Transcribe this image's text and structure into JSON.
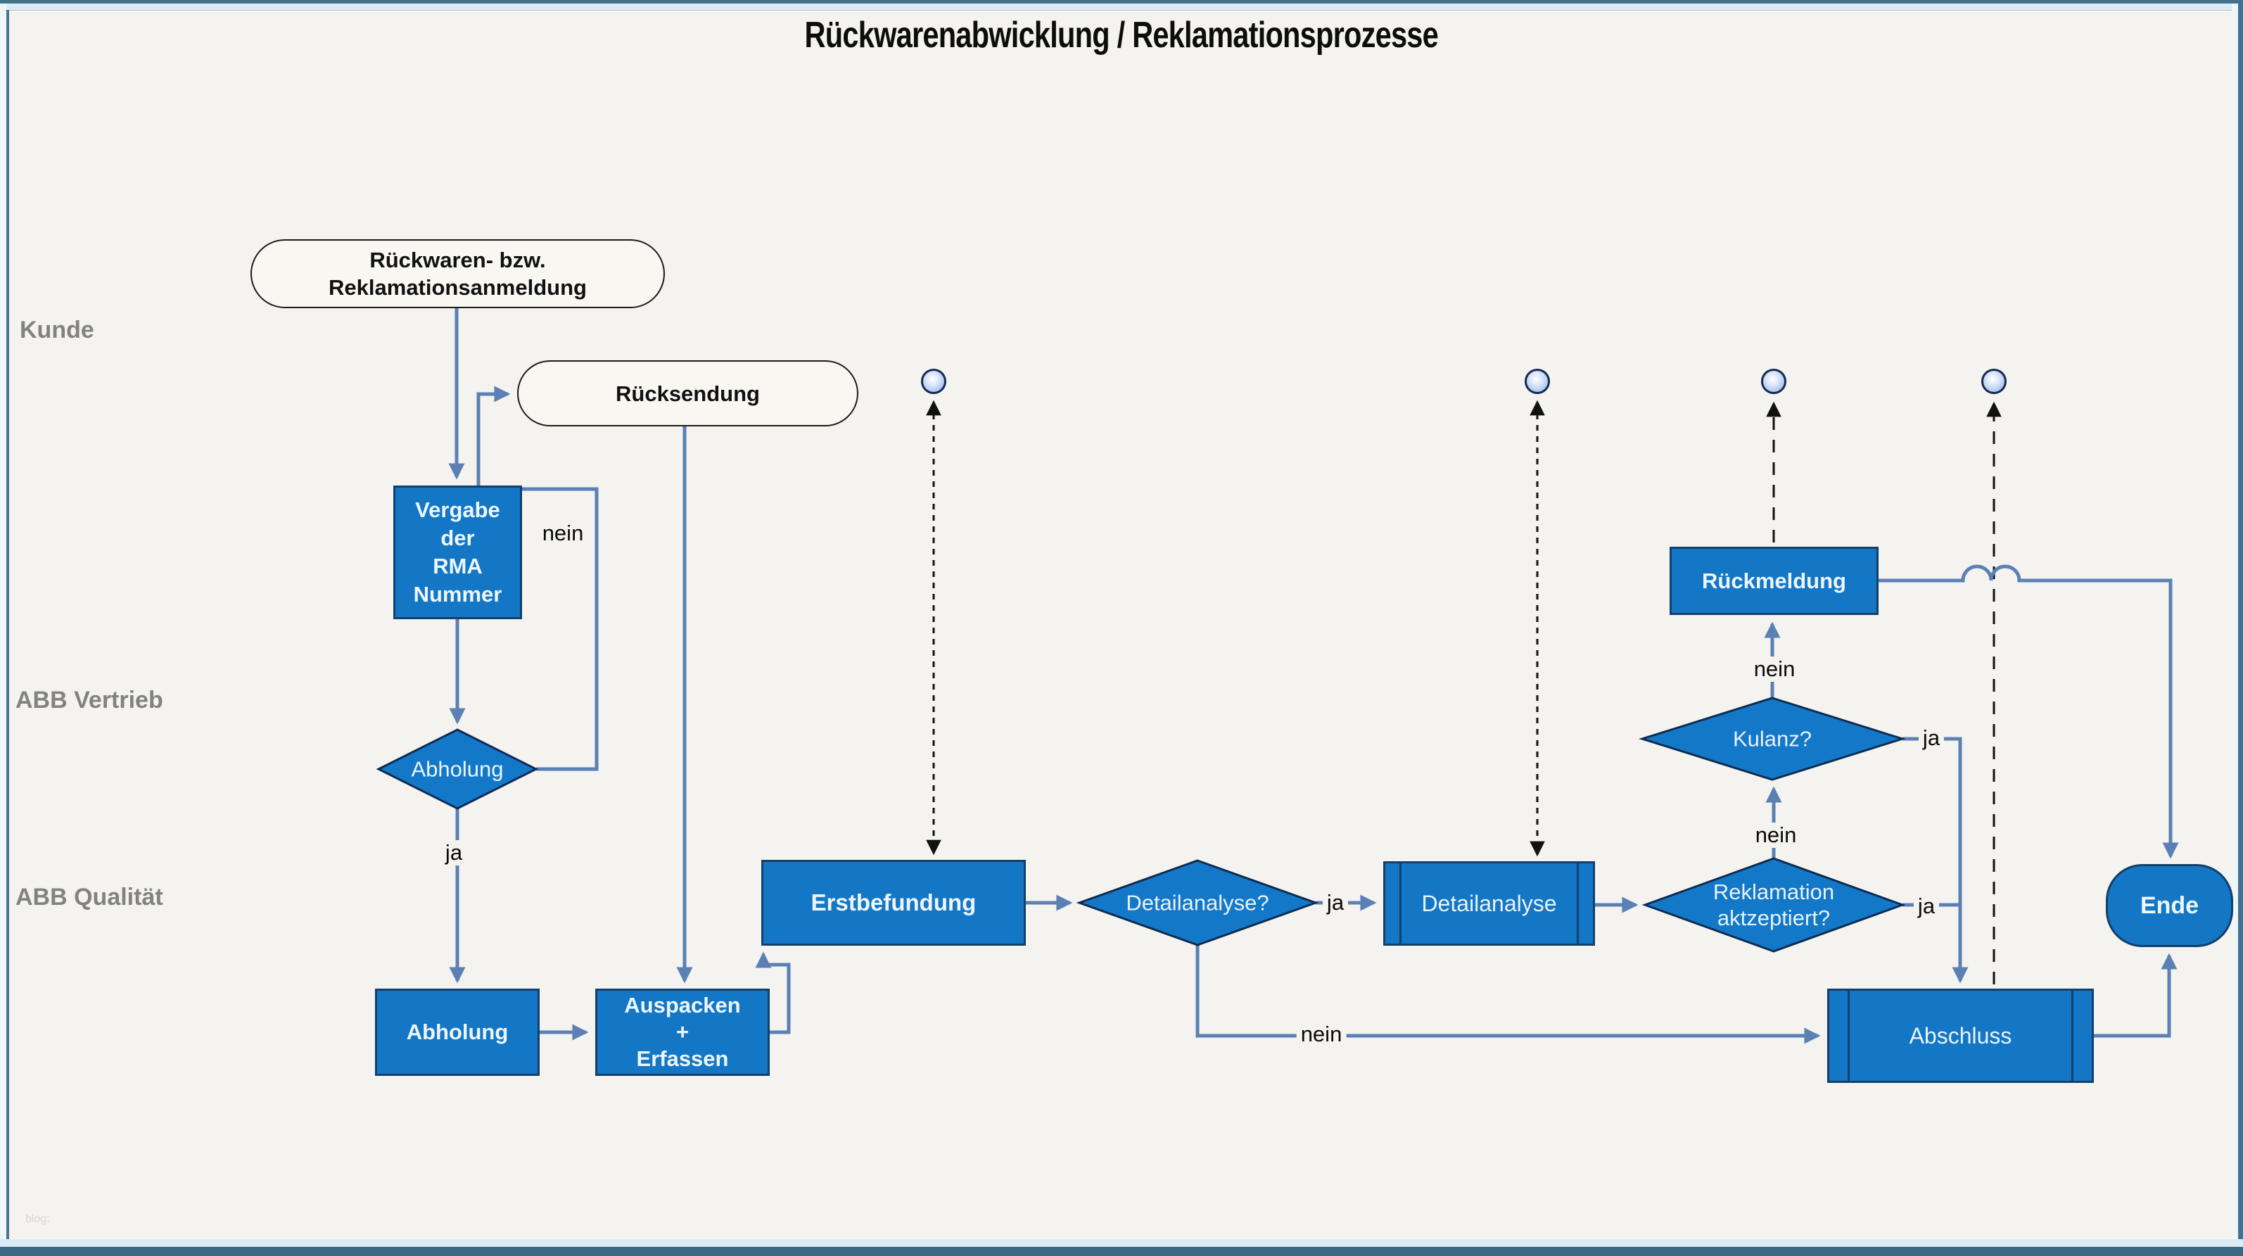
{
  "title": "Rückwarenabwicklung / Reklamationsprozesse",
  "watermark": "blog:",
  "lanes": {
    "kunde": "Kunde",
    "vertrieb": "ABB Vertrieb",
    "qualitaet": "ABB Qualität"
  },
  "nodes": {
    "start": "Rückwaren- bzw.\nReklamationsanmeldung",
    "ruecksendung": "Rücksendung",
    "vergabe": "Vergabe\nder\nRMA\nNummer",
    "abholung_decision": "Abholung",
    "abholung": "Abholung",
    "auspacken": "Auspacken\n+\nErfassen",
    "erstbefundung": "Erstbefundung",
    "detailanalyse_decision": "Detailanalyse?",
    "detailanalyse": "Detailanalyse",
    "reklamation_decision": "Reklamation\naktzeptiert?",
    "kulanz_decision": "Kulanz?",
    "rueckmeldung": "Rückmeldung",
    "abschluss": "Abschluss",
    "ende": "Ende"
  },
  "edge_labels": {
    "abholung_nein": "nein",
    "abholung_ja": "ja",
    "detailanalyse_ja": "ja",
    "detailanalyse_nein": "nein",
    "reklamation_ja": "ja",
    "reklamation_nein": "nein",
    "kulanz_ja": "ja",
    "kulanz_nein": "nein"
  },
  "colors": {
    "shape_fill": "#1377c6",
    "shape_border": "#123f6b",
    "diamond_border": "#0d2c52",
    "connector": "#5c80b4",
    "dashed": "#111111",
    "lane_label": "#828282",
    "page_bg": "#f4f3f0",
    "frame_dark": "#44718c",
    "frame_light": "#daecf5"
  }
}
